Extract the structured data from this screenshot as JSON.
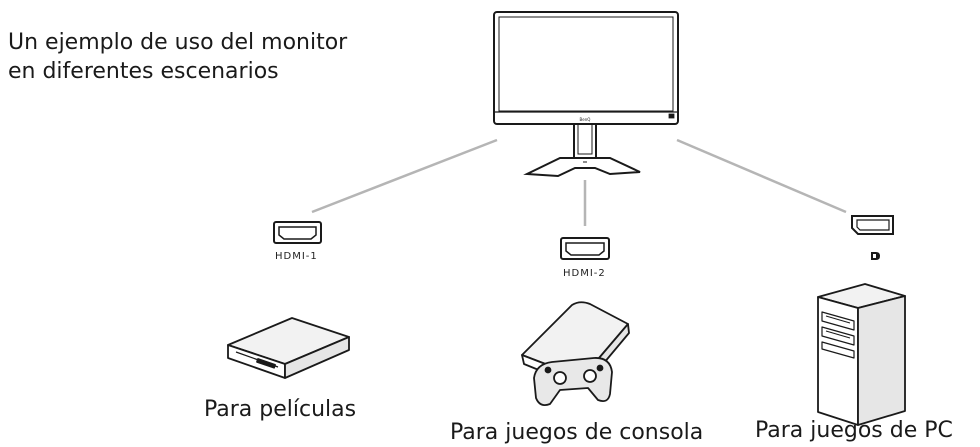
{
  "title": {
    "line1": "Un ejemplo de uso del monitor",
    "line2": "en diferentes escenarios"
  },
  "ports": {
    "hdmi1": "HDMI-1",
    "hdmi2": "HDMI-2",
    "dp_icon": "displayport-logo-icon"
  },
  "captions": {
    "movies": "Para películas",
    "console": "Para juegos de consola",
    "pc": "Para juegos de PC"
  },
  "monitor_logo": "BenQ",
  "colors": {
    "line": "#b5b5b5",
    "stroke": "#1a1a1a",
    "device_fill": "#f2f2f2"
  }
}
